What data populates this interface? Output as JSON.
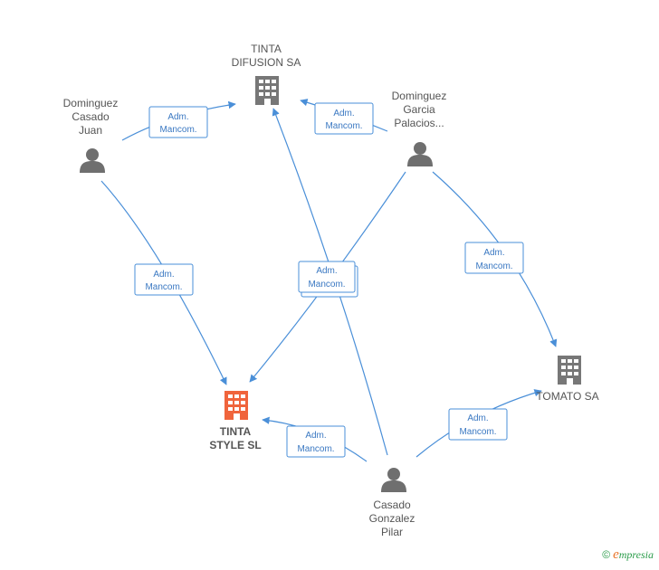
{
  "nodes": {
    "tinta_difusion": {
      "lines": [
        "TINTA",
        "DIFUSION SA"
      ],
      "kind": "company"
    },
    "tomato": {
      "lines": [
        "TOMATO SA"
      ],
      "kind": "company"
    },
    "tinta_style": {
      "lines": [
        "TINTA",
        "STYLE SL"
      ],
      "kind": "company-main"
    },
    "dominguez_casado": {
      "lines": [
        "Dominguez",
        "Casado",
        "Juan"
      ],
      "kind": "person"
    },
    "dominguez_garcia": {
      "lines": [
        "Dominguez",
        "Garcia",
        "Palacios..."
      ],
      "kind": "person"
    },
    "casado_gonzalez": {
      "lines": [
        "Casado",
        "Gonzalez",
        "Pilar"
      ],
      "kind": "person"
    }
  },
  "edge_label": [
    "Adm.",
    "Mancom."
  ],
  "colors": {
    "edge": "#4a8fd8",
    "company": "#777777",
    "company_main": "#f0643c",
    "person": "#6f6f6f"
  },
  "brand": {
    "copyright": "©",
    "e": "e",
    "rest": "mpresia"
  }
}
